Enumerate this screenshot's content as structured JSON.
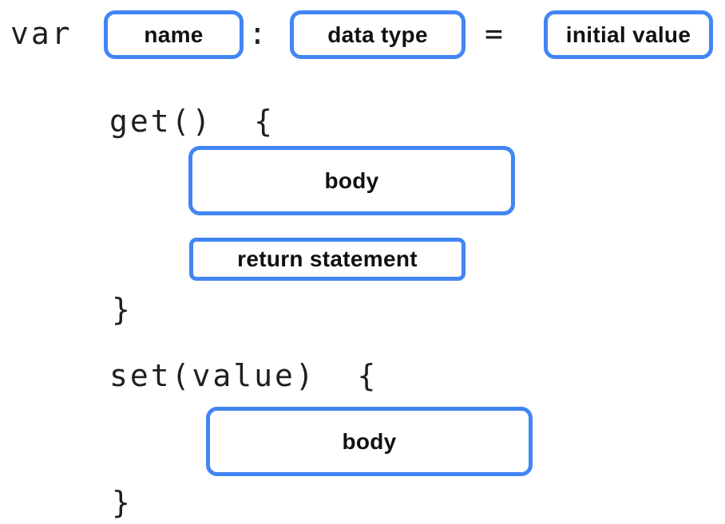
{
  "diagram": {
    "kind": "property declaration syntax with getter and setter",
    "declaration": {
      "keyword": "var",
      "name_label": "name",
      "colon": ":",
      "type_label": "data type",
      "equals": "=",
      "initial_label": "initial value"
    },
    "getter": {
      "signature": "get()  {",
      "body_label": "body",
      "return_label": "return statement",
      "closing_brace": "}"
    },
    "setter": {
      "signature": "set(value)  {",
      "body_label": "body",
      "closing_brace": "}"
    },
    "colors": {
      "accent": "#4285F4",
      "text": "#1F1F1F",
      "background": "#FFFFFF"
    }
  }
}
